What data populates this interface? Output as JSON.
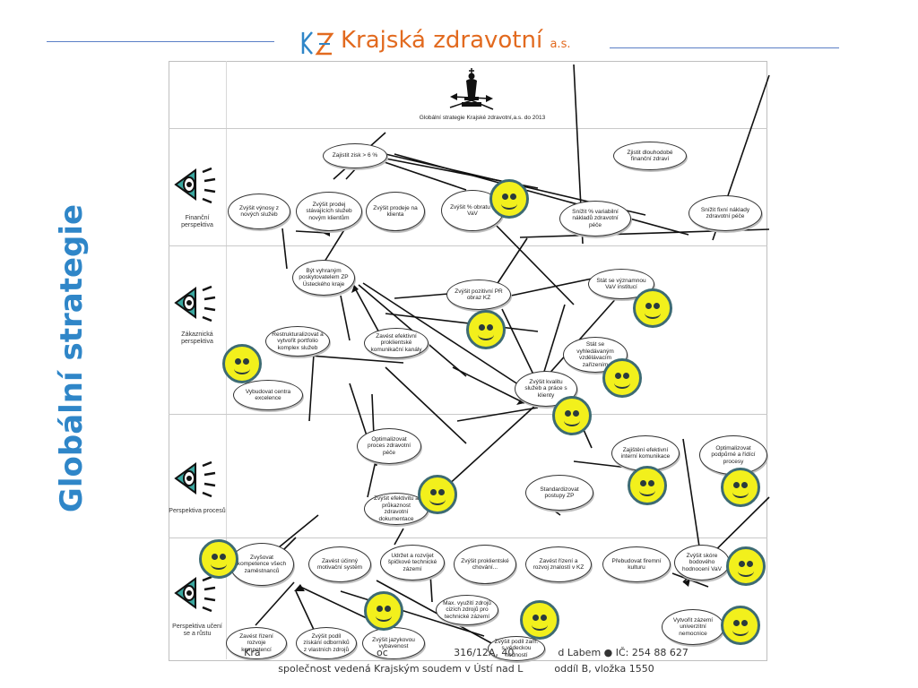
{
  "header": {
    "logo_text": "Krajská zdravotní",
    "logo_suffix": "a.s."
  },
  "side_title": "Globální strategie",
  "diagram_title": "Globální strategie Krajské zdravotní,a.s. do 2013",
  "perspectives": [
    {
      "label": "Finanční perspektiva"
    },
    {
      "label": "Zákaznická perspektiva"
    },
    {
      "label": "Perspektiva procesů"
    },
    {
      "label": "Perspektiva učení se a růstu"
    }
  ],
  "nodes": [
    {
      "label": "Zajistit zisk > 6 %"
    },
    {
      "label": "Zjistit dlouhodobé finanční zdraví"
    },
    {
      "label": "Zvýšit výnosy z nových služeb"
    },
    {
      "label": "Zvýšit prodej stávajících služeb novým klientům"
    },
    {
      "label": "Zvýšit prodeje na klienta"
    },
    {
      "label": "Zvýšit % obratu z VaV"
    },
    {
      "label": "Snížit % variabilní nákladů zdravotní péče"
    },
    {
      "label": "Snížit fixní náklady zdravotní péče"
    },
    {
      "label": "Být vyhraným poskytovatelem ZP Ústeckého kraje"
    },
    {
      "label": "Zvýšit pozitivní PR obraz KZ"
    },
    {
      "label": "Stát se významnou VaV institucí"
    },
    {
      "label": "Restrukturalizovat a vytvořit portfolio komplex služeb"
    },
    {
      "label": "Zavést efektivní proklientské komunikační kanály"
    },
    {
      "label": "Stát se vyhledávaným vzdělávacím zařízením"
    },
    {
      "label": "Vybudovat centra excelence"
    },
    {
      "label": "Zvýšit kvalitu služeb a práce s klienty"
    },
    {
      "label": "Optimalizovat proces zdravotní péče"
    },
    {
      "label": "Zajištění efektivní interní komunikace"
    },
    {
      "label": "Optimalizovat podpůrné a řídící procesy"
    },
    {
      "label": "Standardizovat postupy ZP"
    },
    {
      "label": "Zvýšit efektivitu a průkaznost zdravotní dokumentace"
    },
    {
      "label": "Zvyšovat kompetence všech zaměstnanců"
    },
    {
      "label": "Zavést účinný motivační systém"
    },
    {
      "label": "Udržet a rozvíjet špičkové technické zázemí"
    },
    {
      "label": "Zvýšit proklientské chování..."
    },
    {
      "label": "Zavést řízení a rozvoj znalostí v KZ"
    },
    {
      "label": "Přebudovat firemní kulturu"
    },
    {
      "label": "Zvýšit skóre bodového hodnocení VaV"
    },
    {
      "label": "Max. využití zdrojů cizích zdrojů pro technické zázemí"
    },
    {
      "label": "Vytvořit zázemí univerzitní nemocnice"
    },
    {
      "label": "Zavést řízení rozvoje kompetencí"
    },
    {
      "label": "Zvýšit podíl získání odborníků z vlastních zdrojů"
    },
    {
      "label": "Zvýšit jazykovou vybavenost"
    },
    {
      "label": "Zvýšit podíl zam. s vědeckou hodností"
    }
  ],
  "footer": {
    "line1": "Kra                                     oc                     316/12A, 40              d Labem ● IČ: 254 88 627",
    "line2": "společnost vedená Krajským soudem v Ústí nad L          oddíl B, vložka 1550"
  },
  "colors": {
    "accent_blue": "#2f86c8",
    "logo_orange": "#e26a1f",
    "smiley_fill": "#f2f01c",
    "smiley_border": "#3d6b73"
  }
}
